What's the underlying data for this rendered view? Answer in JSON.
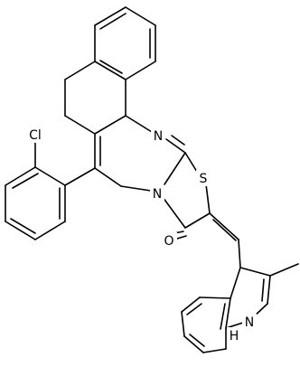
{
  "molecule": {
    "atom_labels": {
      "chlorine": "Cl",
      "imine_nitrogen": "N",
      "bridgehead_nitrogen": "N",
      "thiazole_sulfur": "S",
      "carbonyl_oxygen": "O",
      "indole_nitrogen": "N",
      "indole_hydrogen": "H"
    },
    "colors": {
      "bonds": "#000000",
      "labels": "#000000",
      "background": "#ffffff"
    }
  }
}
